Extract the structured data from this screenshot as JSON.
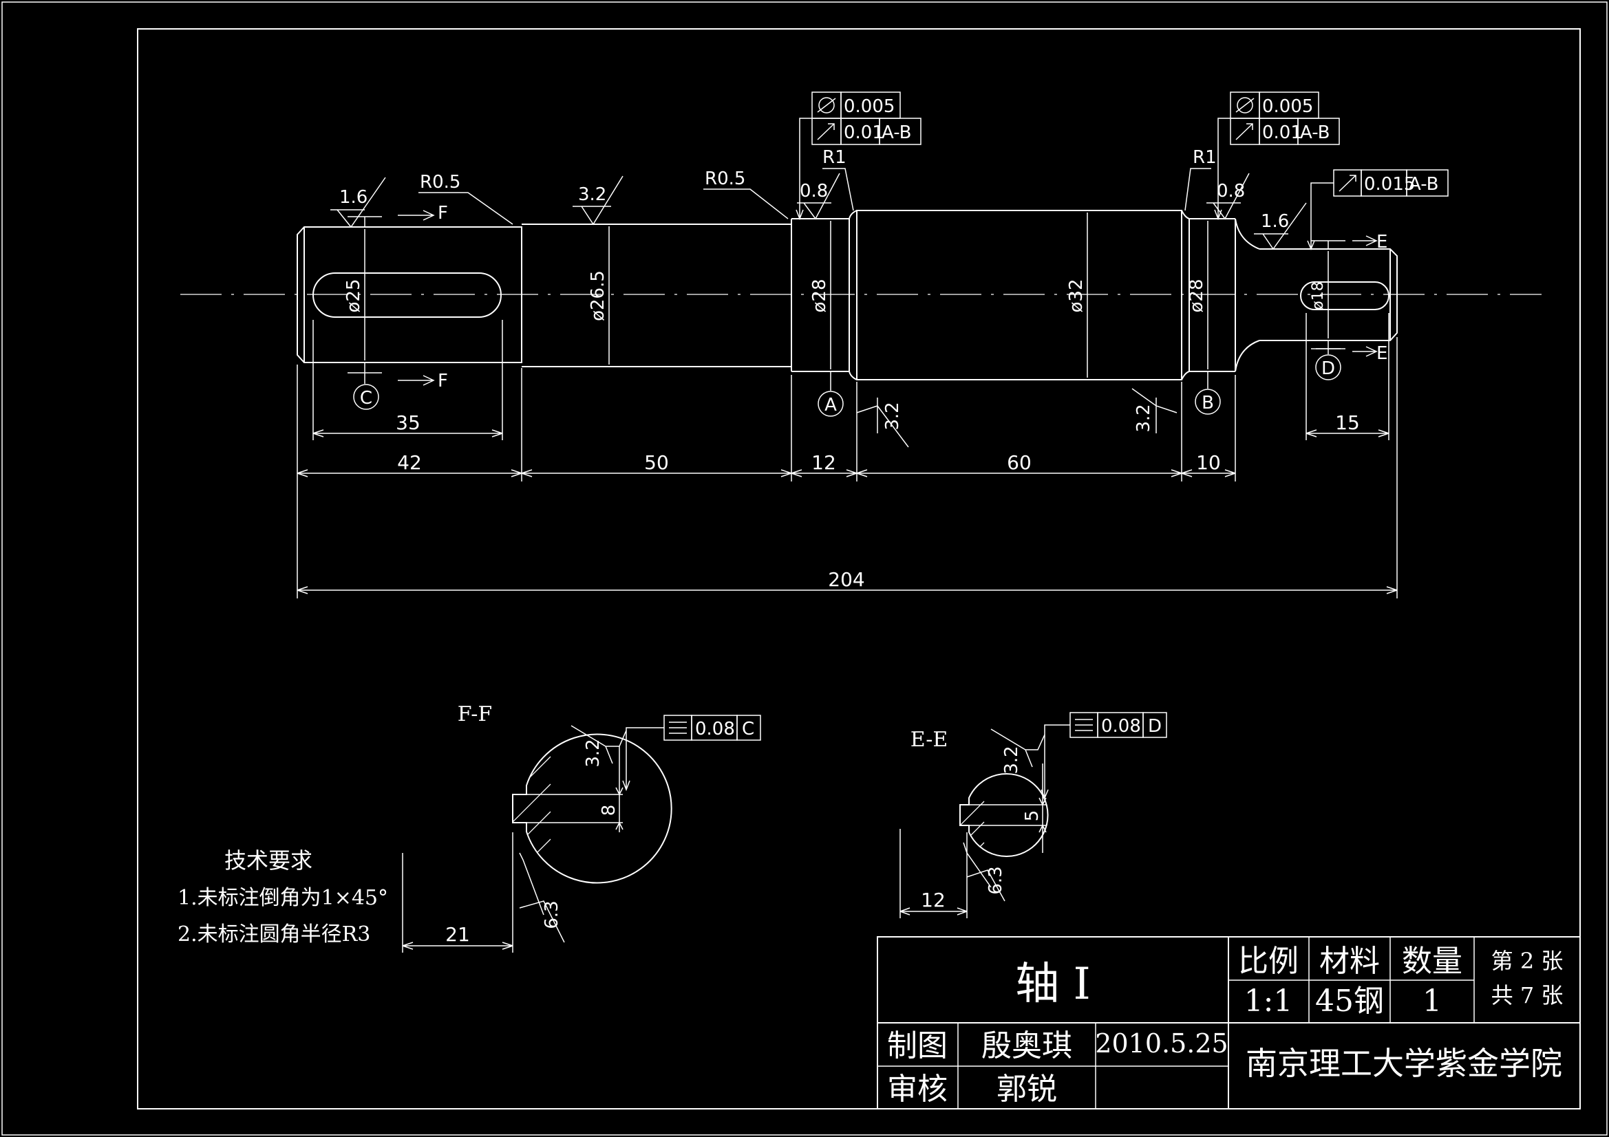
{
  "colors": {
    "background": "#000000",
    "line": "#ffffff"
  },
  "main_view": {
    "dims": {
      "l42": "42",
      "l50": "50",
      "l12": "12",
      "l60": "60",
      "l10": "10",
      "l35": "35",
      "l15": "15",
      "total": "204"
    },
    "diameters": {
      "d25": "ø25",
      "d26_5": "ø26.5",
      "d28a": "ø28",
      "d32": "ø32",
      "d28b": "ø28",
      "d18": "ø18"
    },
    "radii": {
      "r05a": "R0.5",
      "r05b": "R0.5",
      "r1a": "R1",
      "r1b": "R1"
    },
    "roughness": {
      "s1": "1.6",
      "s2": "3.2",
      "s3": "0.8",
      "s4": "0.8",
      "s5": "1.6",
      "s6": "3.2",
      "s7": "3.2"
    },
    "datums": {
      "a": "A",
      "b": "B",
      "c": "C",
      "d": "D"
    },
    "sections": {
      "f1": "F",
      "f2": "F",
      "e1": "E",
      "e2": "E"
    },
    "tolerance_frames": {
      "left_round": "0.005",
      "left_runout": "0.01",
      "left_ref": "A-B",
      "right_round": "0.005",
      "right_runout": "0.01",
      "right_ref": "A-B",
      "end_runout": "0.015",
      "end_ref": "A-B"
    }
  },
  "section_ff": {
    "title": "F-F",
    "roughness": "3.2",
    "roughness2": "6.3",
    "key_height": "8",
    "width_dim": "21",
    "sym_value": "0.08",
    "sym_ref": "C"
  },
  "section_ee": {
    "title": "E-E",
    "roughness": "3.2",
    "roughness2": "6.3",
    "key_height": "5",
    "width_dim": "12",
    "sym_value": "0.08",
    "sym_ref": "D"
  },
  "tech_req": {
    "heading": "技术要求",
    "items": [
      "1.未标注倒角为1×45°",
      "2.未标注圆角半径R3"
    ]
  },
  "title_block": {
    "part_name": "轴 I",
    "scale_label": "比例",
    "material_label": "材料",
    "quantity_label": "数量",
    "scale": "1:1",
    "material": "45钢",
    "quantity": "1",
    "sheet": "第 2 张",
    "total_sheets": "共 7 张",
    "drawn_label": "制图",
    "drawn_by": "殷奥琪",
    "date": "2010.5.25",
    "checked_label": "审核",
    "checked_by": "郭锐",
    "institution": "南京理工大学紫金学院"
  }
}
